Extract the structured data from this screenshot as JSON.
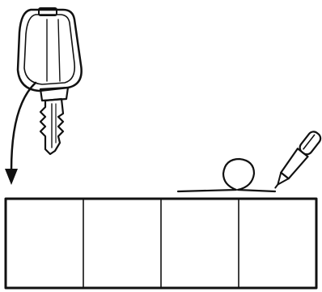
{
  "figure": {
    "icons": [
      "key-icon",
      "arrow-icon",
      "pen-icon",
      "signature-loop"
    ],
    "grid": {
      "rows": 1,
      "columns": 4,
      "cells": [
        "",
        "",
        "",
        ""
      ]
    },
    "colors": {
      "ink": "#111111",
      "background": "#ffffff"
    }
  }
}
